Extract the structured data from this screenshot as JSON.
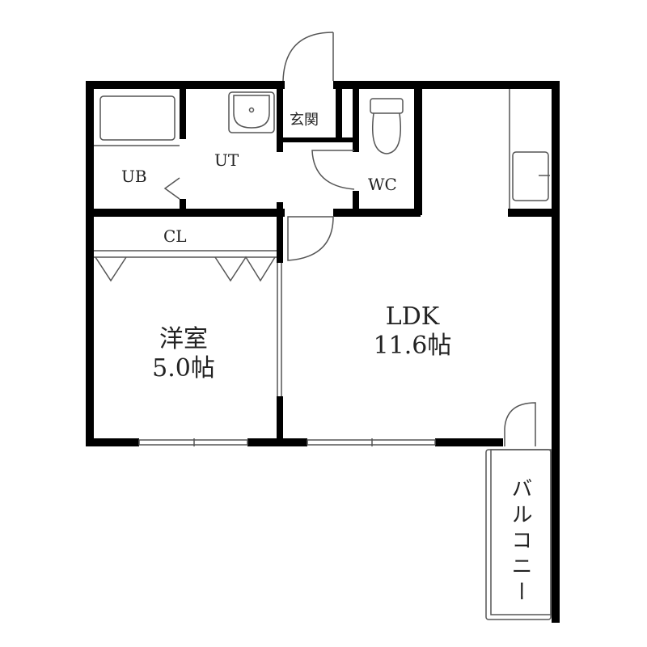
{
  "floorplan": {
    "rooms": {
      "ub": {
        "label": "UB"
      },
      "ut": {
        "label": "UT"
      },
      "entrance": {
        "label": "玄関"
      },
      "wc": {
        "label": "WC"
      },
      "cl": {
        "label": "CL"
      },
      "western": {
        "label": "洋室",
        "size": "5.0帖"
      },
      "ldk": {
        "label": "LDK",
        "size": "11.6帖"
      },
      "balcony": {
        "label": "バルコニー"
      }
    },
    "colors": {
      "wall": "#000000",
      "line": "#555555",
      "text": "#222222"
    }
  }
}
